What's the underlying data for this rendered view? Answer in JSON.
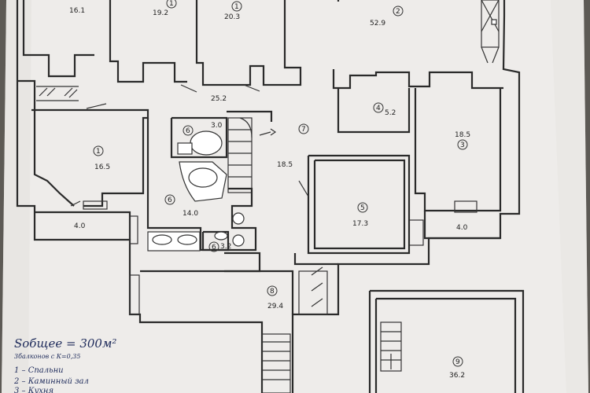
{
  "rooms": [
    {
      "id": "r-top-left",
      "number": "",
      "area": "16.1"
    },
    {
      "id": "r-top-2",
      "number": "1",
      "area": "19.2"
    },
    {
      "id": "r-top-3",
      "number": "1",
      "area": "20.3"
    },
    {
      "id": "r-top-right",
      "number": "2",
      "area": "52.9"
    },
    {
      "id": "r-corridor",
      "number": "",
      "area": "25.2"
    },
    {
      "id": "r-bed-left",
      "number": "1",
      "area": "16.5"
    },
    {
      "id": "r-bath-small",
      "number": "6",
      "area": "3.0"
    },
    {
      "id": "r-hall",
      "number": "7",
      "area": "18.5"
    },
    {
      "id": "r-storage",
      "number": "4",
      "area": "5.2"
    },
    {
      "id": "r-right",
      "number": "3",
      "area": "18.5"
    },
    {
      "id": "r-bath-big",
      "number": "6",
      "area": "14.0"
    },
    {
      "id": "r-center",
      "number": "5",
      "area": "17.3"
    },
    {
      "id": "r-balc-left",
      "number": "",
      "area": "4.0"
    },
    {
      "id": "r-balc-right",
      "number": "",
      "area": "4.0"
    },
    {
      "id": "r-wc",
      "number": "6",
      "area": "3.2"
    },
    {
      "id": "r-lobby",
      "number": "8",
      "area": "29.4"
    },
    {
      "id": "r-garage",
      "number": "9",
      "area": "36.2"
    }
  ],
  "legend": {
    "total": "Sобщее = 300м²",
    "balconies": "3балконов с К=0,35",
    "items": [
      "1 – Спальни",
      "2 – Каминный зал",
      "3 – Кухня"
    ]
  }
}
